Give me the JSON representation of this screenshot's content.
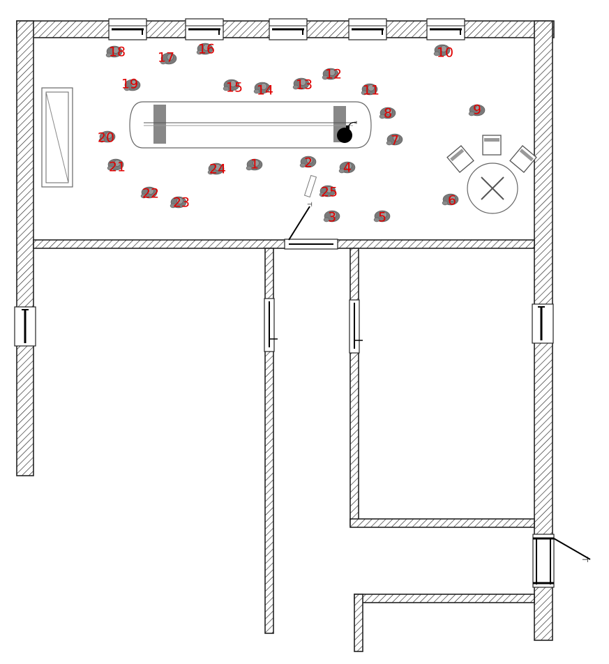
{
  "floorplan": {
    "colors": {
      "wall_hatch": "#222222",
      "label": "#e00000",
      "person": "#7a7a7a"
    },
    "people": [
      {
        "label": "1"
      },
      {
        "label": "2"
      },
      {
        "label": "3"
      },
      {
        "label": "4"
      },
      {
        "label": "5"
      },
      {
        "label": "6"
      },
      {
        "label": "7"
      },
      {
        "label": "8"
      },
      {
        "label": "9"
      },
      {
        "label": "10"
      },
      {
        "label": "11"
      },
      {
        "label": "12"
      },
      {
        "label": "13"
      },
      {
        "label": "14"
      },
      {
        "label": "15"
      },
      {
        "label": "16"
      },
      {
        "label": "17"
      },
      {
        "label": "18"
      },
      {
        "label": "19"
      },
      {
        "label": "20"
      },
      {
        "label": "21"
      },
      {
        "label": "22"
      },
      {
        "label": "23"
      },
      {
        "label": "24"
      },
      {
        "label": "25"
      }
    ],
    "icons": [
      "bomb-icon",
      "door-icon",
      "window-icon",
      "chair-icon",
      "round-table-icon",
      "long-table-icon",
      "cabinet-icon"
    ]
  }
}
